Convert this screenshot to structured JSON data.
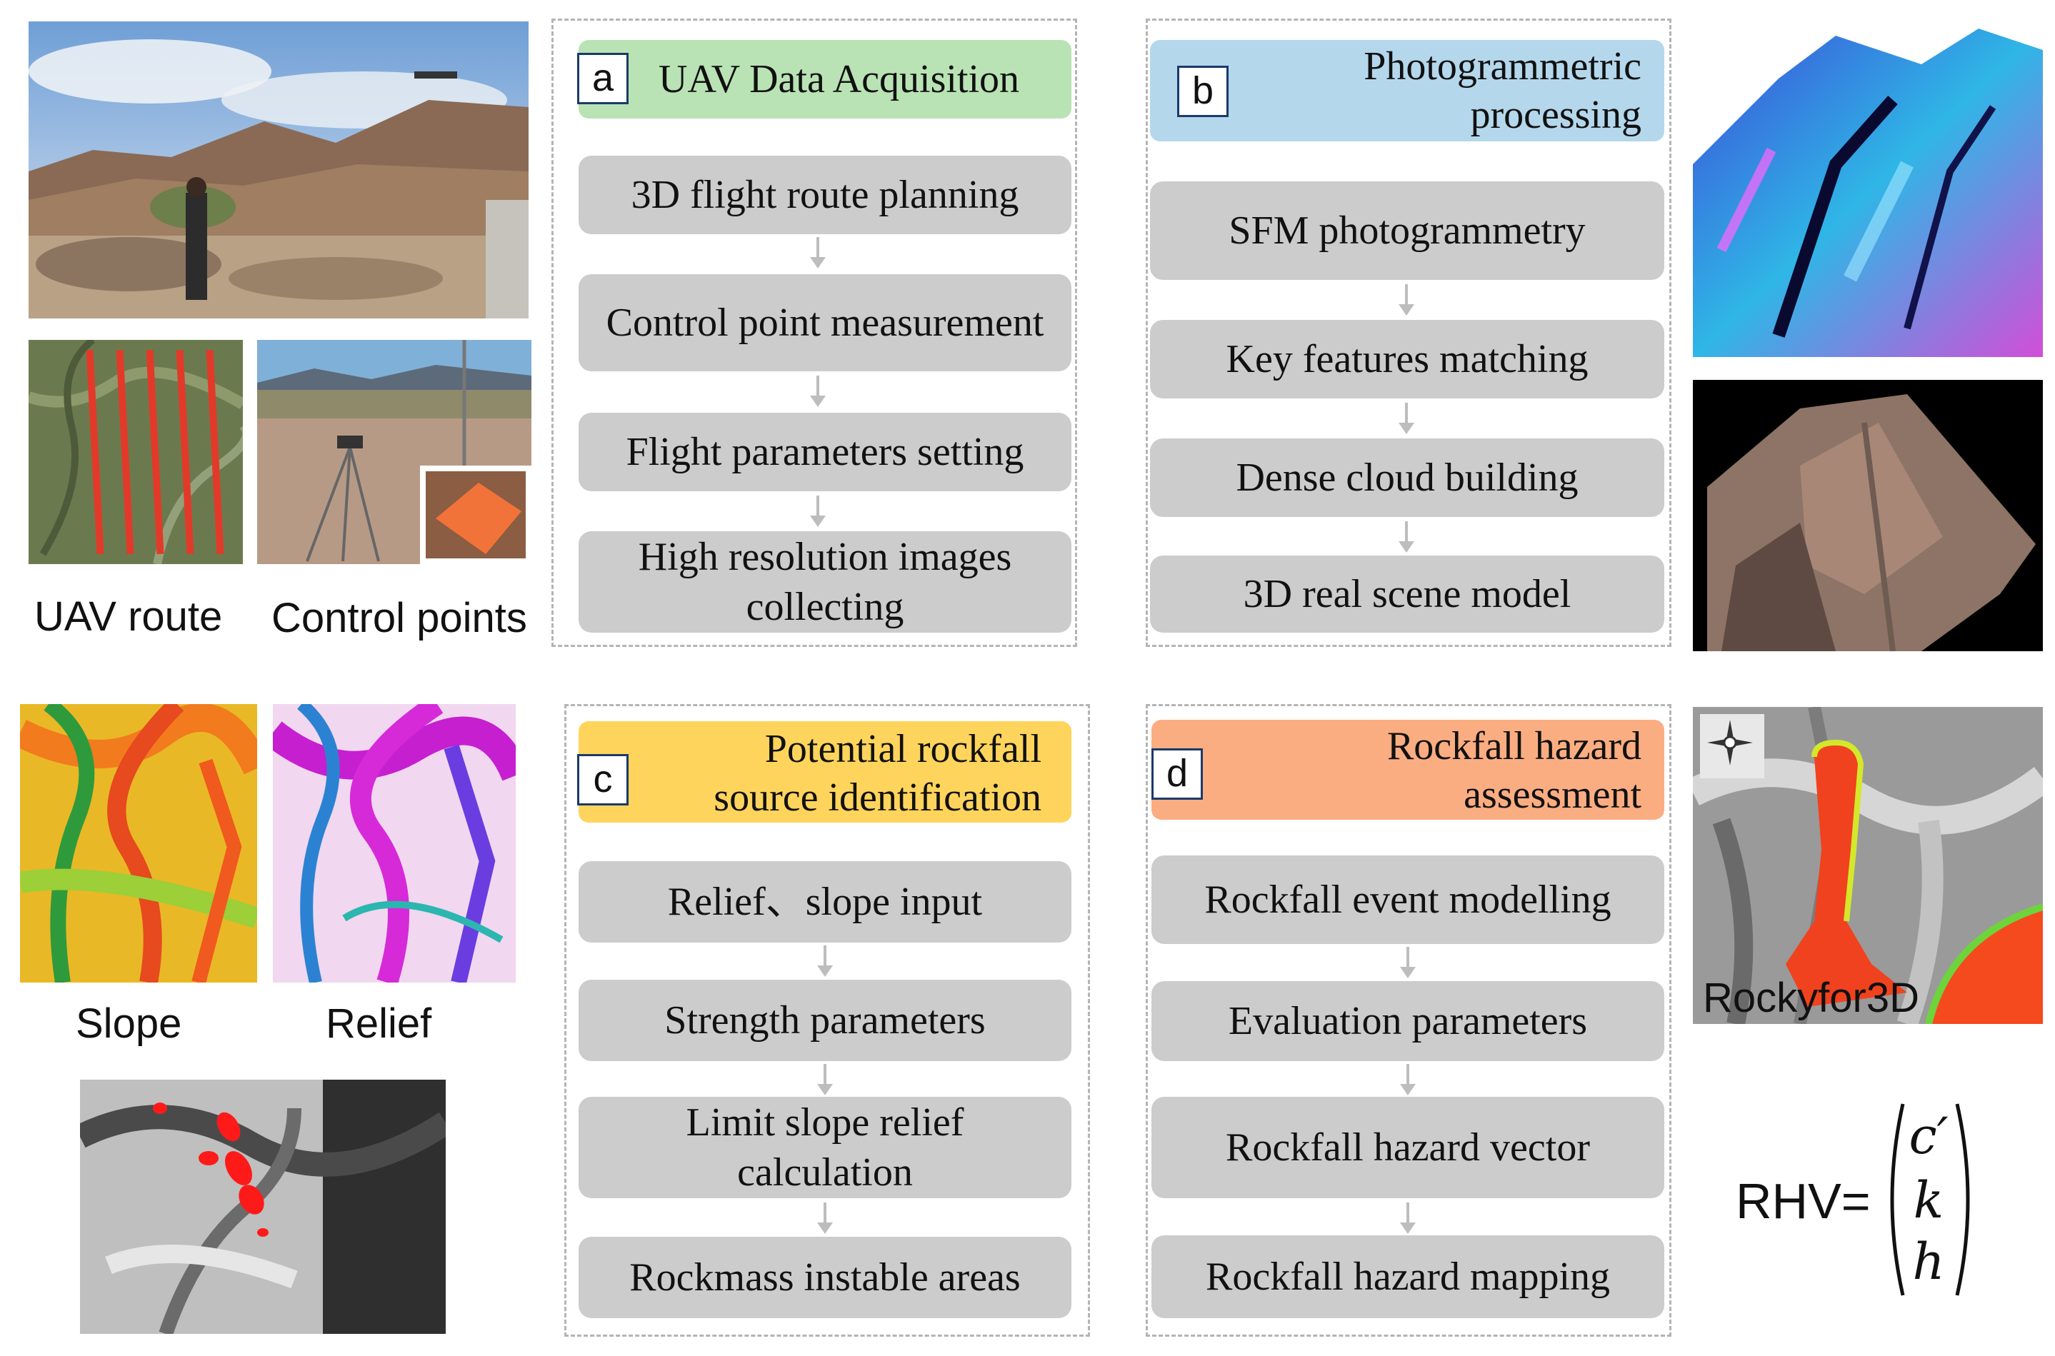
{
  "panels": {
    "a": {
      "letter": "a",
      "title": "UAV Data Acquisition",
      "color": "#b9e3b4",
      "steps": [
        "3D flight route planning",
        "Control point measurement",
        "Flight parameters setting",
        "High resolution images collecting"
      ]
    },
    "b": {
      "letter": "b",
      "title_line1": "Photogrammetric",
      "title_line2": "processing",
      "color": "#b4d7ec",
      "steps": [
        "SFM photogrammetry",
        "Key features matching",
        "Dense cloud building",
        "3D real scene model"
      ]
    },
    "c": {
      "letter": "c",
      "title_line1": "Potential rockfall",
      "title_line2": "source identification",
      "color": "#ffd45c",
      "steps": [
        "Relief、slope input",
        "Strength parameters",
        "Limit slope relief calculation",
        "Rockmass instable areas"
      ]
    },
    "d": {
      "letter": "d",
      "title_line1": "Rockfall hazard",
      "title_line2": "assessment",
      "color": "#fbad82",
      "steps": [
        "Rockfall event modelling",
        "Evaluation parameters",
        "Rockfall hazard vector",
        "Rockfall hazard mapping"
      ]
    }
  },
  "captions": {
    "uav_route": "UAV route",
    "control_points": "Control points",
    "slope": "Slope",
    "relief": "Relief",
    "rockyfor3d": "Rockyfor3D"
  },
  "formula": {
    "lhs": "RHV=",
    "vector": [
      "c′",
      "k",
      "h"
    ]
  }
}
